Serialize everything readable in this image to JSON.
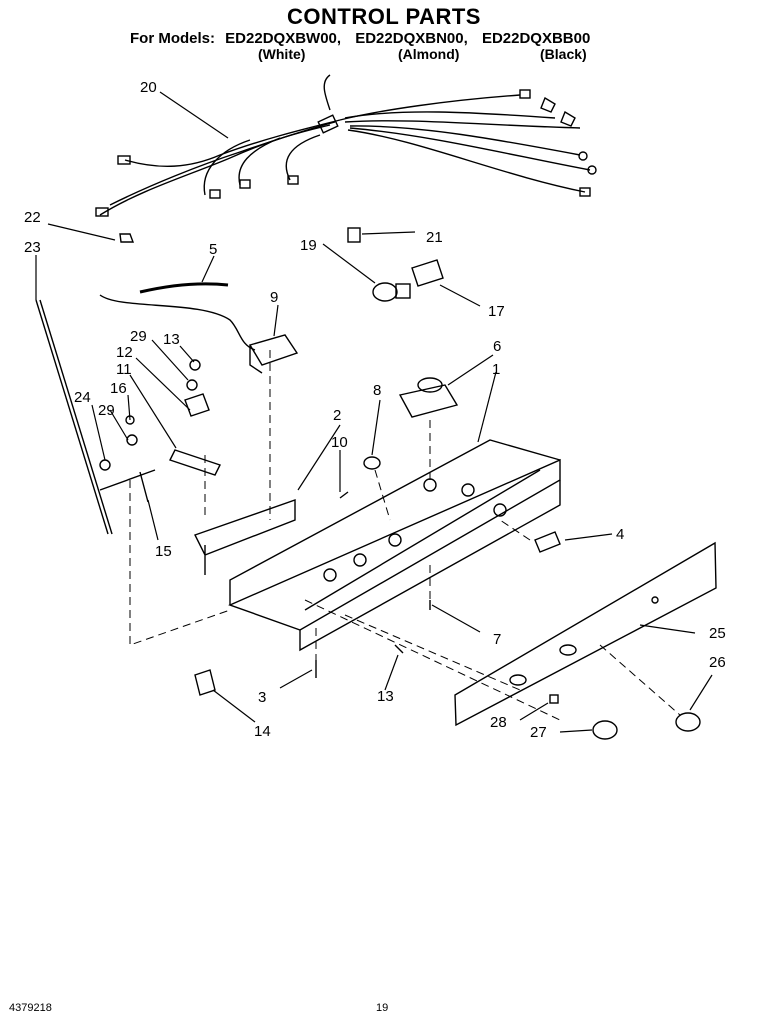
{
  "header": {
    "title": "CONTROL PARTS",
    "models_label": "For Models:",
    "models": [
      {
        "code": "ED22DQXBW00,",
        "color": "(White)"
      },
      {
        "code": "ED22DQXBN00,",
        "color": "(Almond)"
      },
      {
        "code": "ED22DQXBB00",
        "color": "(Black)"
      }
    ]
  },
  "callouts": [
    "1",
    "2",
    "3",
    "4",
    "5",
    "6",
    "7",
    "8",
    "9",
    "10",
    "11",
    "12",
    "13",
    "13",
    "14",
    "15",
    "16",
    "17",
    "19",
    "20",
    "21",
    "22",
    "23",
    "24",
    "25",
    "26",
    "27",
    "28",
    "29",
    "29"
  ],
  "footer": {
    "doc_number": "4379218",
    "page_number": "19"
  }
}
